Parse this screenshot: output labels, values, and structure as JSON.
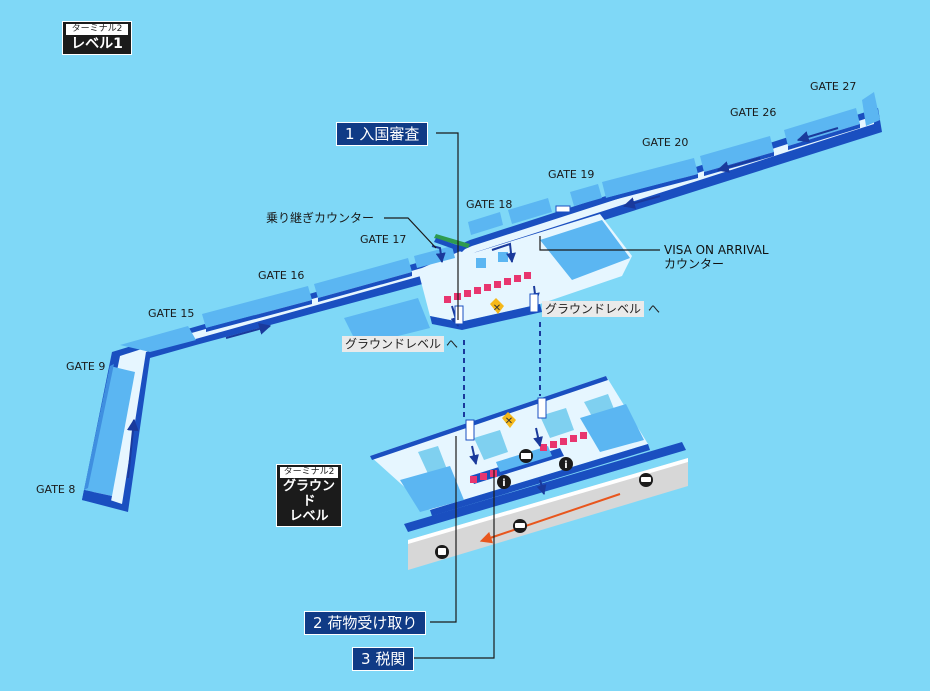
{
  "level1_tag": {
    "terminal": "ターミナル2",
    "level": "レベル1"
  },
  "ground_tag": {
    "terminal": "ターミナル2",
    "level_line1": "グラウンド",
    "level_line2": "レベル"
  },
  "gates": [
    "GATE 8",
    "GATE 9",
    "GATE 15",
    "GATE 16",
    "GATE 17",
    "GATE 18",
    "GATE 19",
    "GATE 20",
    "GATE 26",
    "GATE 27"
  ],
  "labels": {
    "transfer_counter": "乗り継ぎカウンター",
    "visa_line1": "VISA ON ARRIVAL",
    "visa_line2": "カウンター",
    "to_ground_left": "グラウンドレベル",
    "to_ground_left_suffix": "へ",
    "to_ground_right": "グラウンドレベル",
    "to_ground_right_suffix": "へ"
  },
  "steps": [
    {
      "num": "1",
      "text": "入国審査"
    },
    {
      "num": "2",
      "text": "荷物受け取り"
    },
    {
      "num": "3",
      "text": "税関"
    }
  ],
  "colors": {
    "background": "#7fd8f7",
    "building_light": "#d8f1ff",
    "building_mid": "#5bb6f2",
    "building_dark": "#1a4fc0",
    "step_box": "#103b86",
    "immigration_booth": "#e8356f",
    "road": "#d7d7d7"
  },
  "icons": [
    "escalator-icon",
    "info-icon",
    "taxi-icon",
    "bus-icon",
    "no-entry-icon",
    "flow-arrow-icon"
  ]
}
